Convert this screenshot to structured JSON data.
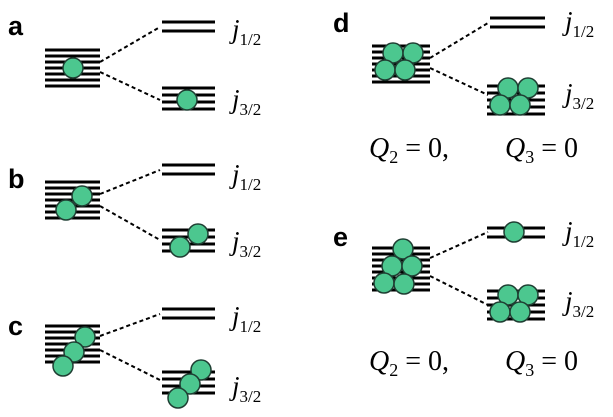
{
  "colors": {
    "particle_fill": "#4cc78f",
    "particle_stroke": "#1f3f33",
    "line": "#000000"
  },
  "level_labels": {
    "j12": "j",
    "j12_sub": "1/2",
    "j32": "j",
    "j32_sub": "3/2"
  },
  "panels": [
    {
      "id": "a",
      "letter": "a",
      "particles": 1,
      "upper_particles": 0,
      "lower_particles": 1
    },
    {
      "id": "b",
      "letter": "b",
      "particles": 2,
      "upper_particles": 0,
      "lower_particles": 2
    },
    {
      "id": "c",
      "letter": "c",
      "particles": 3,
      "upper_particles": 0,
      "lower_particles": 3
    },
    {
      "id": "d",
      "letter": "d",
      "particles": 4,
      "upper_particles": 0,
      "lower_particles": 4,
      "constraint": {
        "q2_var": "Q",
        "q2_sub": "2",
        "q2_rest": " = 0,",
        "q3_var": "Q",
        "q3_sub": "3",
        "q3_rest": " = 0"
      }
    },
    {
      "id": "e",
      "letter": "e",
      "particles": 5,
      "upper_particles": 1,
      "lower_particles": 4,
      "constraint": {
        "q2_var": "Q",
        "q2_sub": "2",
        "q2_rest": " = 0,",
        "q3_var": "Q",
        "q3_sub": "3",
        "q3_rest": " = 0"
      }
    }
  ]
}
